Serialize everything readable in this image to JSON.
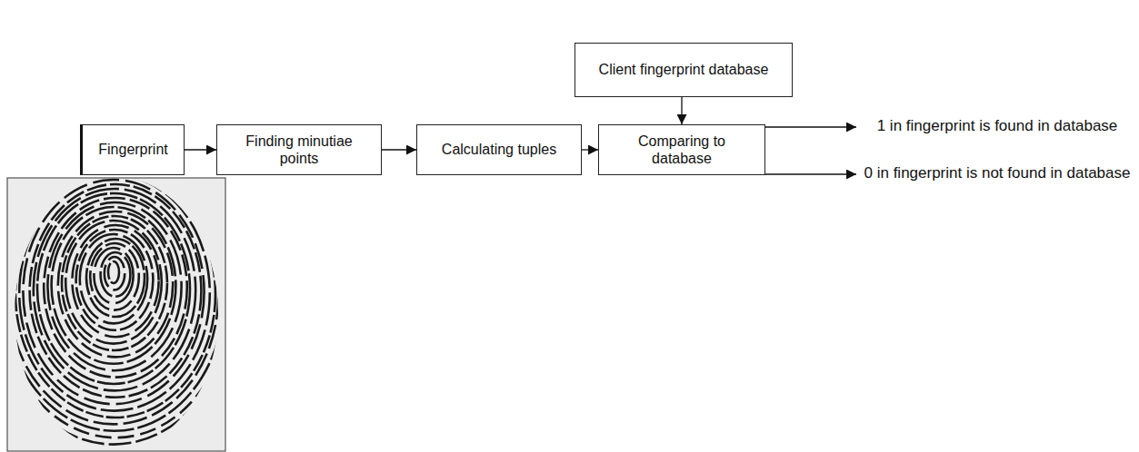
{
  "diagram": {
    "nodes": [
      {
        "text": [
          "Fingerprint"
        ]
      },
      {
        "text": [
          "Finding minutiae points"
        ]
      },
      {
        "text": [
          "Calculating tuples"
        ]
      },
      {
        "text": [
          "Client fingerprint database"
        ]
      },
      {
        "text": [
          "Comparing to database"
        ]
      }
    ],
    "edges": [
      {
        "from": 0,
        "to": 1,
        "arrow": "to"
      },
      {
        "from": 1,
        "to": 2,
        "arrow": "to"
      },
      {
        "from": 2,
        "to": 4,
        "arrow": "to"
      },
      {
        "from": 3,
        "to": 4,
        "arrow": "to"
      }
    ],
    "labels": [
      "1 in fingerprint is found in database",
      "0 in fingerprint is not found in database"
    ]
  }
}
